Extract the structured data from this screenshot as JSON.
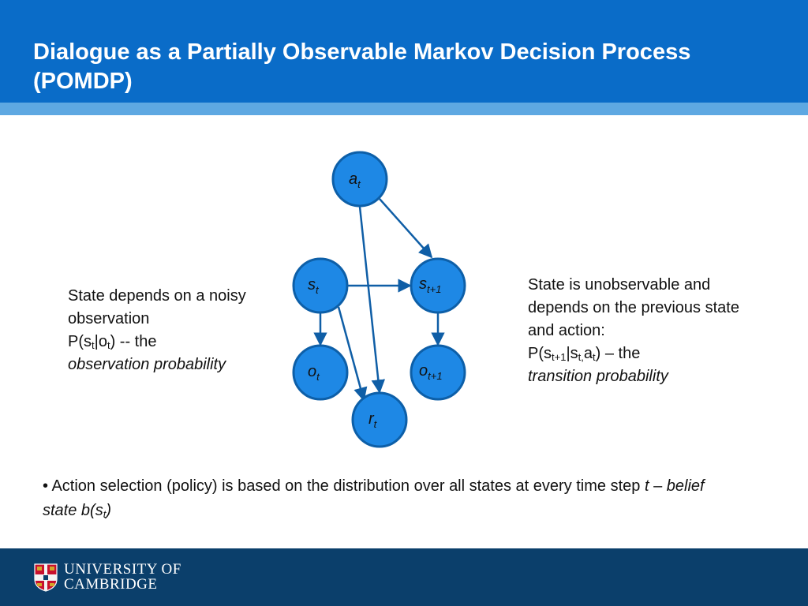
{
  "slide": {
    "title": "Dialogue as a Partially Observable Markov Decision Process (POMDP)"
  },
  "diagram": {
    "nodes": {
      "a_t": {
        "base": "a",
        "sub": "t"
      },
      "s_t": {
        "base": "s",
        "sub": "t"
      },
      "s_t1": {
        "base": "s",
        "sub": "t+1"
      },
      "o_t": {
        "base": "o",
        "sub": "t"
      },
      "o_t1": {
        "base": "o",
        "sub": "t+1"
      },
      "r_t": {
        "base": "r",
        "sub": "t"
      }
    }
  },
  "left_text": {
    "line1": "State depends on a noisy observation",
    "p_open": "P(s",
    "sub1": "t",
    "bar": "|o",
    "sub2": "t",
    "p_close": ") -- the",
    "italic": "observation probability"
  },
  "right_text": {
    "line1": "State is unobservable and depends on the previous state and action:",
    "p_open": "P(s",
    "sub1": "t+1",
    "bar": "|s",
    "sub2": "t,",
    "a": "a",
    "sub3": "t",
    "p_close": ") – the",
    "italic": "transition probability"
  },
  "bottom_text": {
    "bullet": "•",
    "text": " Action selection (policy) is based on the distribution over all states at every time step ",
    "t": "t",
    "dash": " – ",
    "belief": "belief state b(s",
    "sub": "t",
    "close": ")"
  },
  "footer": {
    "line1": "UNIVERSITY OF",
    "line2": "CAMBRIDGE"
  },
  "colors": {
    "header": "#0a6cc8",
    "header_band": "#5ea8e2",
    "node_fill": "#1e88e5",
    "edge": "#0f5ea6",
    "footer": "#0b3f6b"
  }
}
